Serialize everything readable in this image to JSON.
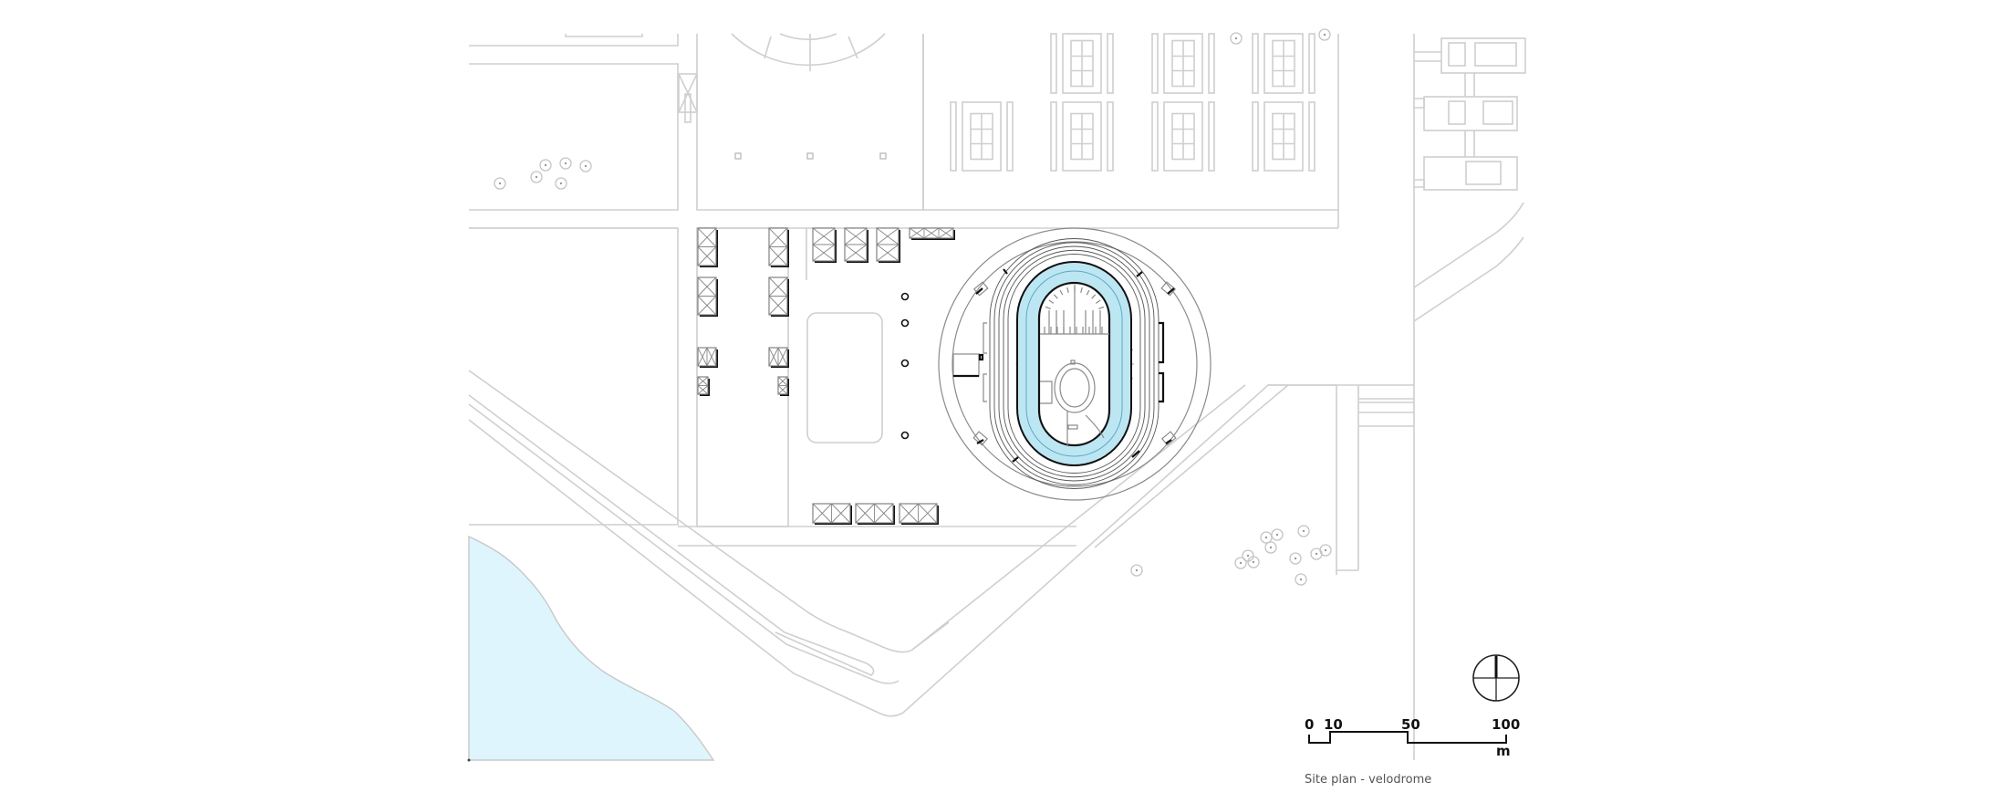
{
  "drawing": {
    "title": "Site plan - velodrome",
    "colors": {
      "track": "#bde6f3",
      "water": "#def5fd",
      "linework": "#cfcfcf",
      "ink": "#111111"
    }
  },
  "scale_bar": {
    "labels": [
      "0",
      "10",
      "50",
      "100"
    ],
    "unit": "m"
  },
  "north_arrow": {
    "icon": "north-arrow-icon"
  },
  "velodrome": {
    "label": "",
    "icon": "velodrome-track-icon"
  }
}
